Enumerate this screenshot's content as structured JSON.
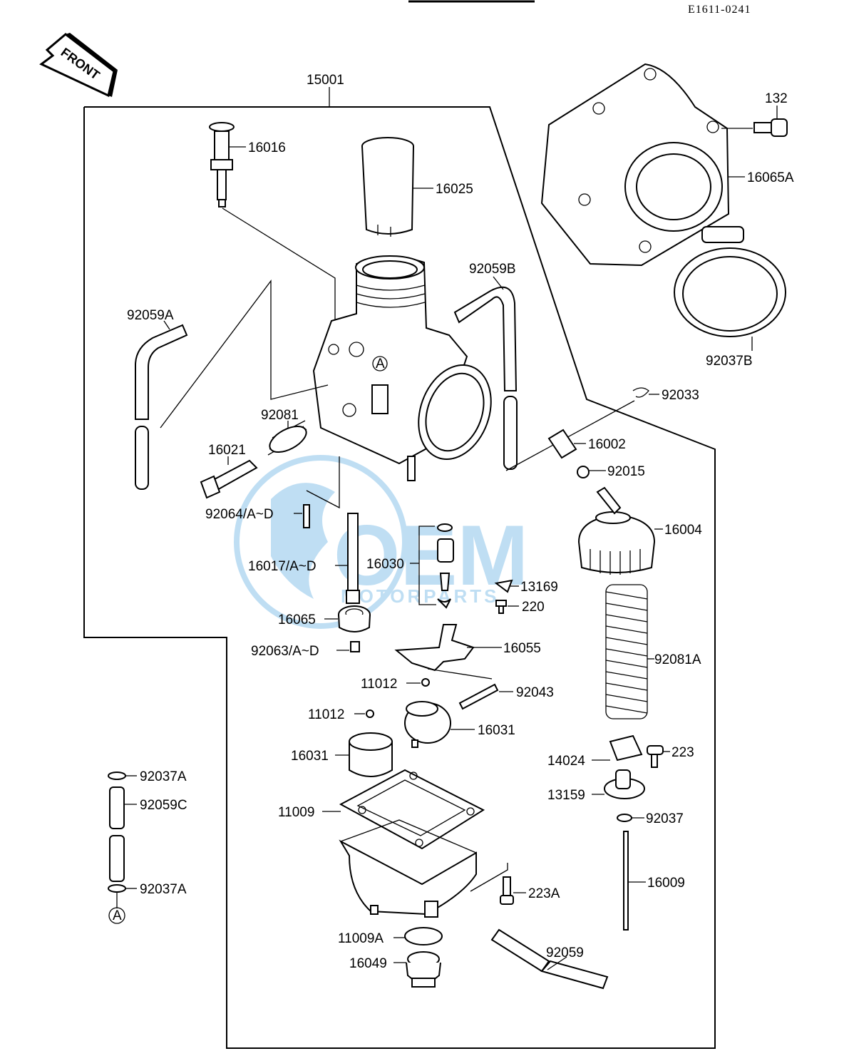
{
  "diagram_code": "E1611-0241",
  "front_label": "FRONT",
  "watermark": {
    "brand": "OEM",
    "sub": "MOTORPARTS",
    "color": "#4aa3df"
  },
  "callouts": {
    "c15001": "15001",
    "c16016": "16016",
    "c16025": "16025",
    "c132": "132",
    "c16065A": "16065A",
    "c92059B": "92059B",
    "c92059A": "92059A",
    "c92037B": "92037B",
    "c92033": "92033",
    "c92081": "92081",
    "c16021": "16021",
    "c16002": "16002",
    "c92015": "92015",
    "c92064": "92064/A~D",
    "c16004": "16004",
    "c16017": "16017/A~D",
    "c16030": "16030",
    "c13169": "13169",
    "c220": "220",
    "c16065": "16065",
    "c16055": "16055",
    "c92081A": "92081A",
    "c92063": "92063/A~D",
    "c11012a": "11012",
    "c92043": "92043",
    "c11012b": "11012",
    "c16031a": "16031",
    "c16031b": "16031",
    "c223": "223",
    "c14024": "14024",
    "c92037A_1": "92037A",
    "c13159": "13159",
    "c92059C": "92059C",
    "c11009": "11009",
    "c92037": "92037",
    "c16009": "16009",
    "c92037A_2": "92037A",
    "c223A": "223A",
    "refA_1": "A",
    "refA_2": "A",
    "c11009A": "11009A",
    "c92059": "92059",
    "c16049": "16049"
  }
}
